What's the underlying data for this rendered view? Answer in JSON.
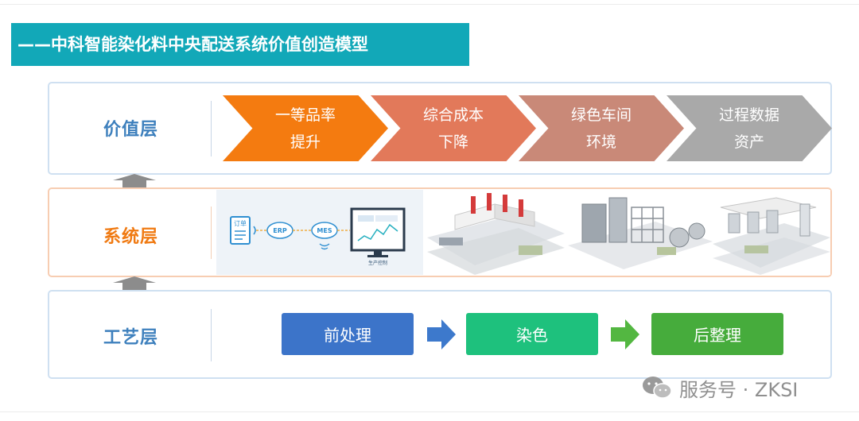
{
  "title": "——中科智能染化料中央配送系统价值创造模型",
  "layers": {
    "value": {
      "label": "价值层",
      "items": [
        {
          "line1": "一等品率",
          "line2": "提升",
          "color": "#f47b10"
        },
        {
          "line1": "综合成本",
          "line2": "下降",
          "color": "#e2795a"
        },
        {
          "line1": "绿色车间",
          "line2": "环境",
          "color": "#c98978"
        },
        {
          "line1": "过程数据",
          "line2": "资产",
          "color": "#a9a9a9"
        }
      ]
    },
    "system": {
      "label": "系统层",
      "diagram": {
        "order_label": "订单",
        "erp_label": "ERP",
        "mes_label": "MES",
        "monitor_caption": "生产控制"
      }
    },
    "process": {
      "label": "工艺层",
      "steps": [
        {
          "label": "前处理",
          "color": "#3c74c9"
        },
        {
          "label": "染色",
          "color": "#1ec17d"
        },
        {
          "label": "后整理",
          "color": "#46ac3c"
        }
      ]
    }
  },
  "colors": {
    "banner": "#12a8b8",
    "layer_label_blue": "#3e80bd",
    "layer_label_orange": "#f07a12",
    "up_arrow": "#8c8c8c",
    "process_arrow_blue": "#3d79cc",
    "process_arrow_green": "#53b741"
  },
  "watermark": {
    "text": "服务号 · ZKSI",
    "icon": "wechat-icon"
  }
}
